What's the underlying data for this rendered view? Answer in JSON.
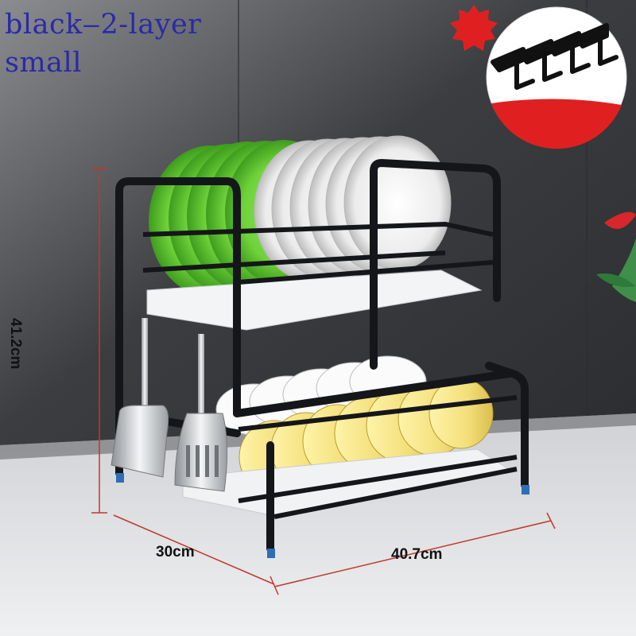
{
  "title": {
    "line1": "black‒2-layer",
    "line2": "small"
  },
  "dimensions": {
    "height": "41.2cm",
    "depth": "30cm",
    "width": "40.7cm"
  },
  "colors": {
    "title_text": "#2a2aa8",
    "dimension_line": "#c0392b",
    "frame": "#15161a",
    "badge_red": "#e02020",
    "green_plates": "#6fd23a",
    "yellow_bowls": "#f3df7a"
  },
  "inset": {
    "icon": "hook-set-icon",
    "badge_icon": "seal-badge-icon"
  }
}
